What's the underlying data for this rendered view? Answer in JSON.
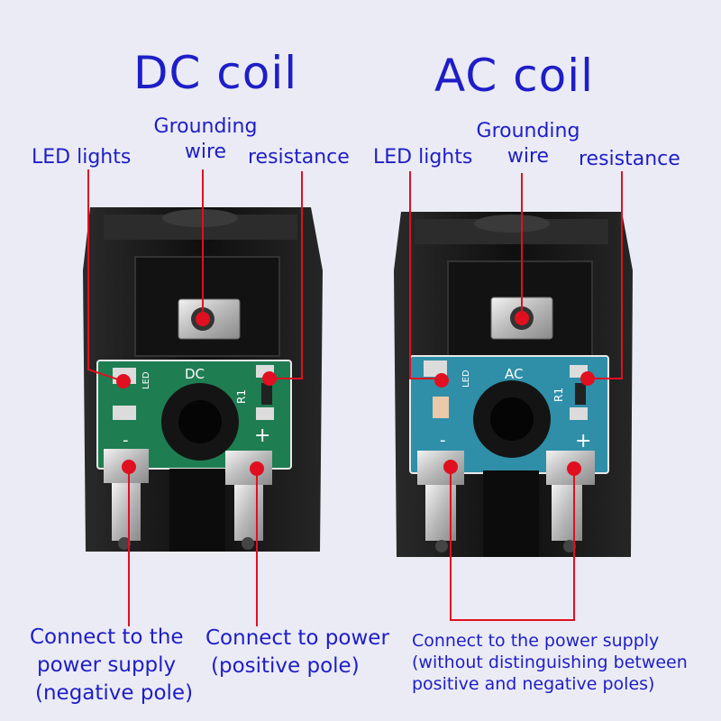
{
  "titles": {
    "dc": "DC coil",
    "ac": "AC coil"
  },
  "dc_labels": {
    "led": "LED lights",
    "ground_line1": "Grounding",
    "ground_line2": "wire",
    "resistance": "resistance"
  },
  "ac_labels": {
    "led": "LED lights",
    "ground_line1": "Grounding",
    "ground_line2": "wire",
    "resistance": "resistance"
  },
  "board_text": {
    "dc": {
      "name": "DC",
      "led": "LED",
      "r1": "R1",
      "plus": "+",
      "minus": "-"
    },
    "ac": {
      "name": "AC",
      "led": "LED",
      "r1": "R1",
      "plus": "+",
      "minus": "-"
    }
  },
  "captions": {
    "dc_negative": [
      "Connect to the",
      "power supply",
      "(negative pole)"
    ],
    "dc_positive": [
      "Connect to power",
      "(positive pole)"
    ],
    "ac_supply": [
      "Connect to the power supply",
      " (without distinguishing between",
      "positive and negative poles)"
    ]
  },
  "colors": {
    "text": "#1e1ec8",
    "leader": "#e01020",
    "background": "#ebebf5",
    "housing": "#161616",
    "dc_board": "#1f7d52",
    "ac_board": "#2f8fa8",
    "terminal": "#c9c9c9"
  }
}
